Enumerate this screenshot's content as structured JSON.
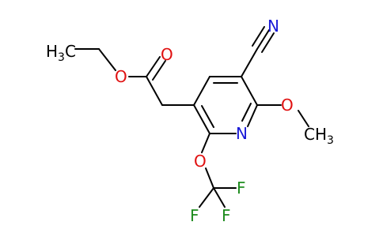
{
  "colors": {
    "nitrogen": "#1a1ad8",
    "oxygen": "#e01010",
    "fluorine": "#1e8c1e",
    "bond": "#000000"
  },
  "atoms": {
    "nitrile_n": "N",
    "ring_n": "N",
    "carbonyl_o": "O",
    "ester_o": "O",
    "methoxy_o": "O",
    "ocf3_o": "O",
    "ethyl_ch3_c": "C",
    "ethyl_ch3_h": "H",
    "ethyl_ch3_sub": "3",
    "methoxy_ch3_c": "C",
    "methoxy_ch3_h": "H",
    "methoxy_ch3_sub": "3",
    "f_top": "F",
    "f_left": "F",
    "f_bottom": "F"
  }
}
